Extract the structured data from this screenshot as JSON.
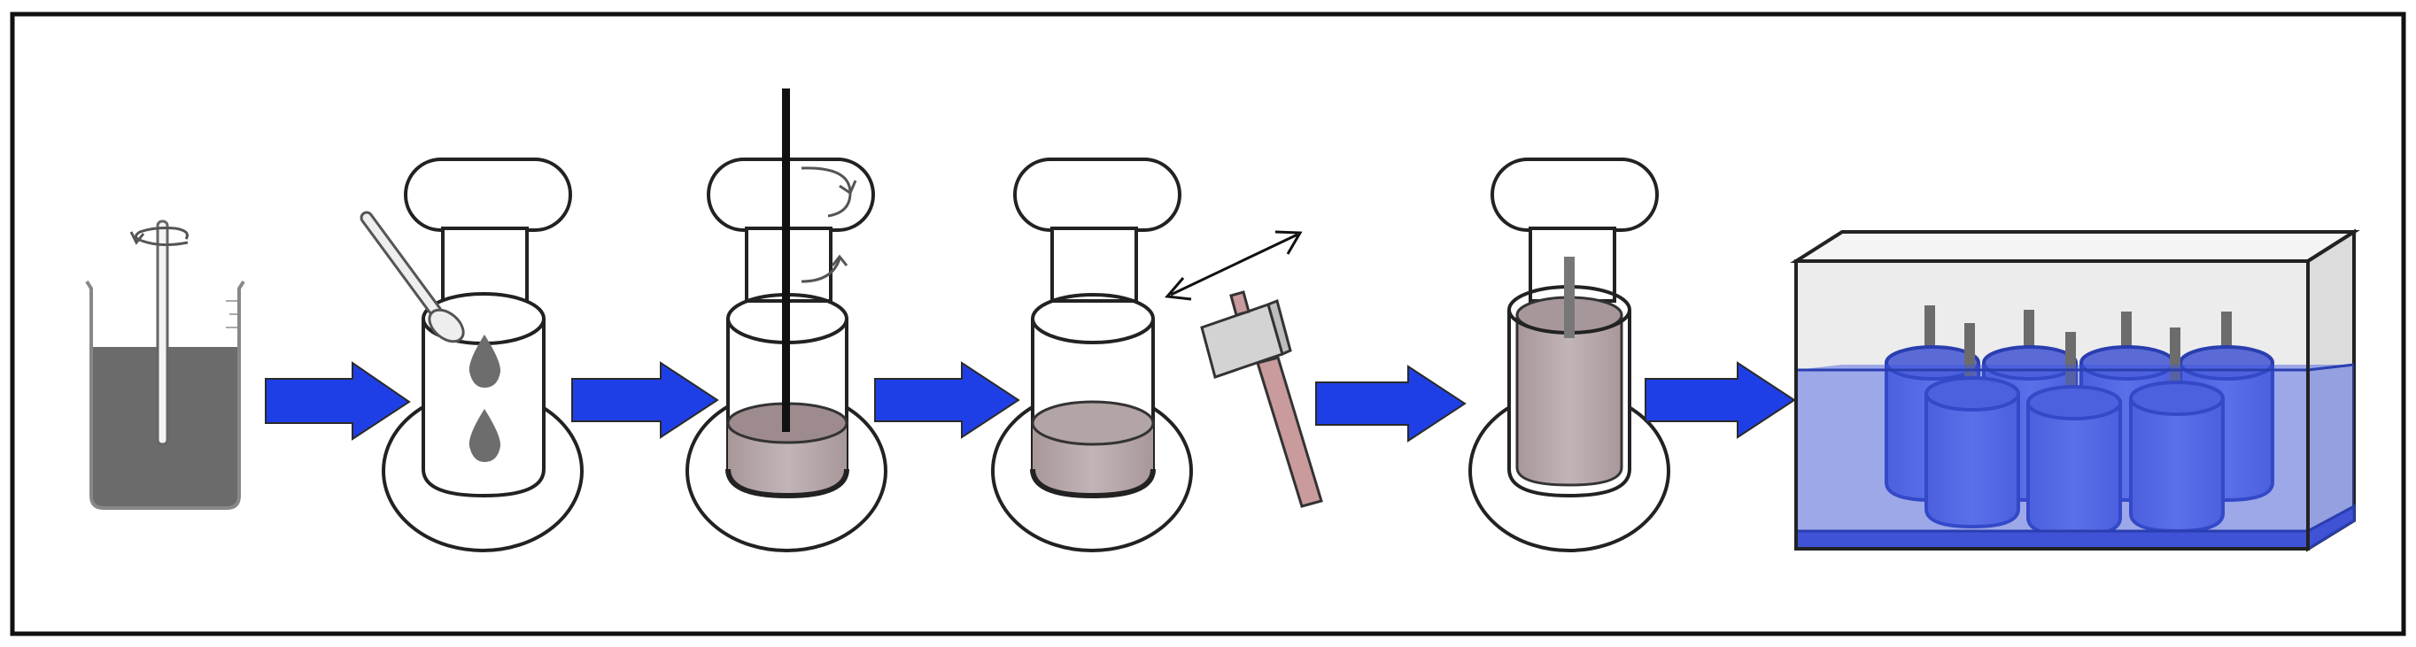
{
  "diagram": {
    "steps": [
      {
        "id": "step-1",
        "name": "mixing-beaker"
      },
      {
        "id": "step-2",
        "name": "dropper-into-mold"
      },
      {
        "id": "step-3",
        "name": "stirring-rod-rotation"
      },
      {
        "id": "step-4",
        "name": "compaction-with-hammer"
      },
      {
        "id": "step-5",
        "name": "compacted-specimen-with-rod"
      },
      {
        "id": "step-6",
        "name": "specimens-in-water-bath"
      }
    ],
    "colors": {
      "frame": "#111111",
      "arrow": "#1f3fe6",
      "liquid": "#6b6b6b",
      "sample": "#b3a4a6",
      "sample_dark": "#9d8b8d",
      "bath_water": "#5b6fe0",
      "bath_tank": "#e9e9e9",
      "hammer_head": "#d3d3d3",
      "hammer_handle": "#c99b9c"
    }
  }
}
